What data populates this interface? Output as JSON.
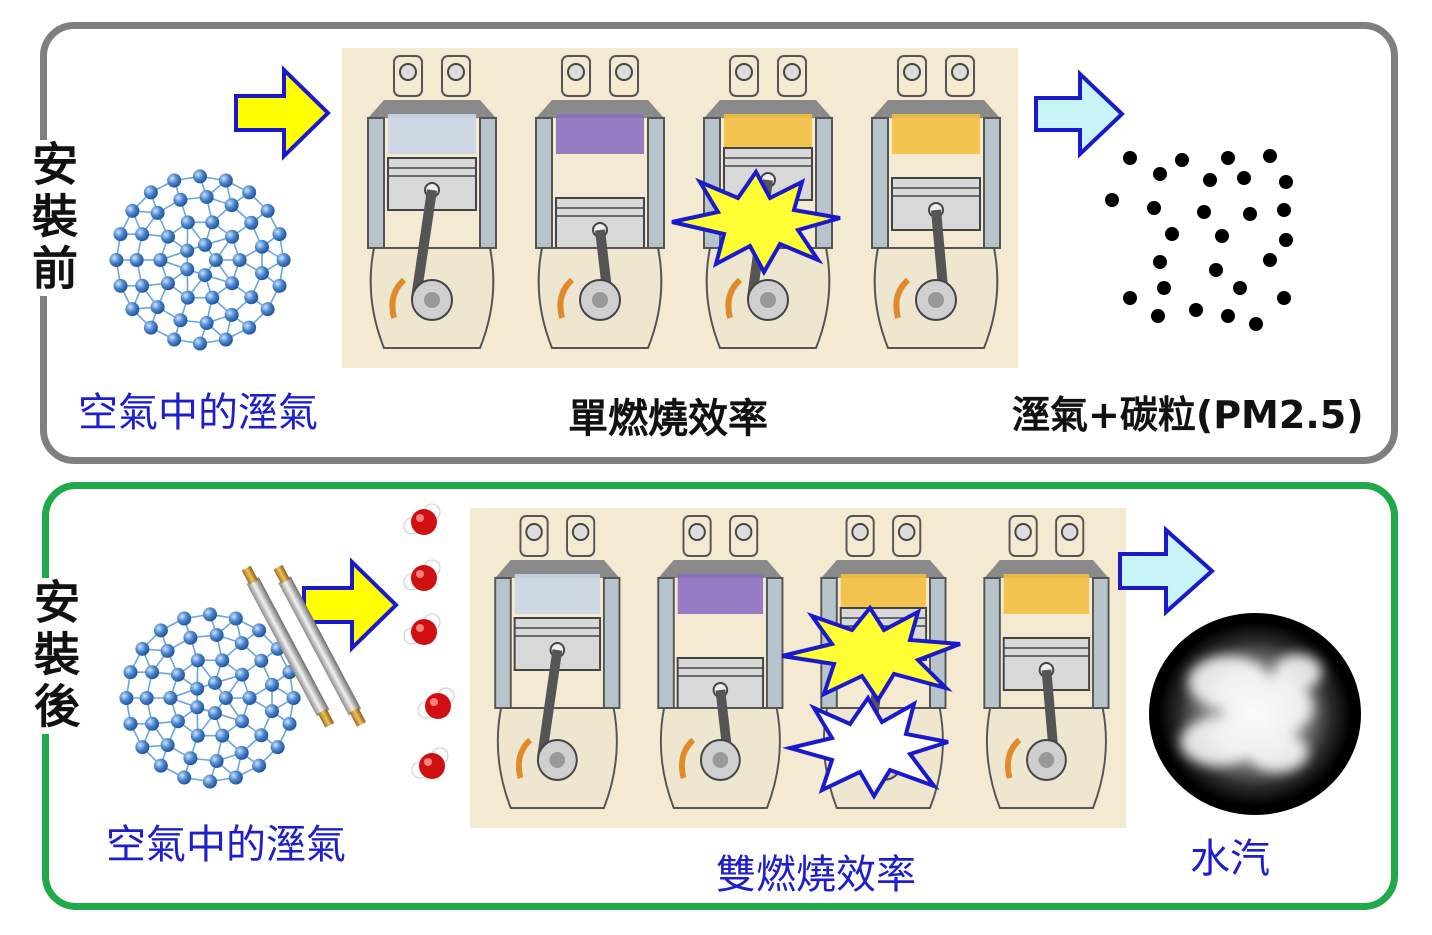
{
  "before": {
    "side_label": "安裝前",
    "input_label": "空氣中的溼氣",
    "process_label": "單燃燒效率",
    "output_label": "溼氣+碳粒(PM2.5)"
  },
  "after": {
    "side_label": "安裝後",
    "input_label": "空氣中的溼氣",
    "process_label": "雙燃燒效率",
    "output_label": "水汽"
  },
  "colors": {
    "before_border": "#7f7f7f",
    "after_border": "#1faa4a",
    "caption_blue": "#1e1ecc",
    "arrow_yellow": "#ffff00",
    "arrow_cyan": "#c6f4f7",
    "arrow_outline": "#1a1acc",
    "molecule_blue": "#3a78c8"
  }
}
